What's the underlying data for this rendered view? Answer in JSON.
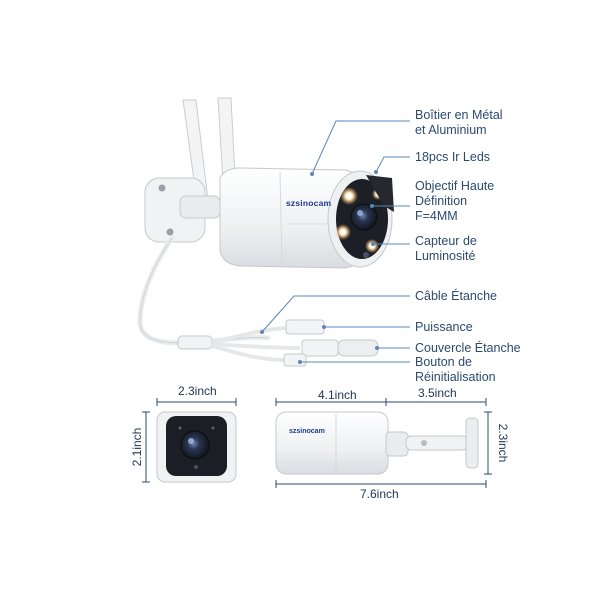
{
  "brand": {
    "logo_text": "szsinocam"
  },
  "callouts": {
    "housing": [
      "Boîtier en Métal",
      "et Aluminium"
    ],
    "ir_leds": "18pcs Ir Leds",
    "lens": [
      "Objectif Haute",
      "Définition",
      "F=4MM"
    ],
    "sensor": [
      "Capteur de",
      "Luminosité"
    ],
    "cable": "Câble Étanche",
    "power": "Puissance",
    "cover": "Couvercle Étanche",
    "reset": [
      "Bouton de",
      "Réinitialisation"
    ]
  },
  "dimensions": {
    "front_width": "2.3inch",
    "front_height": "2.1inch",
    "body_length": "4.1inch",
    "bracket_length": "3.5inch",
    "side_height": "2.3inch",
    "total_length": "7.6inch"
  },
  "colors": {
    "label": "#2b4a6e",
    "leader": "#5a87b8",
    "camera_body": "#f4f5f6",
    "lens_dark": "#1c1f26"
  }
}
